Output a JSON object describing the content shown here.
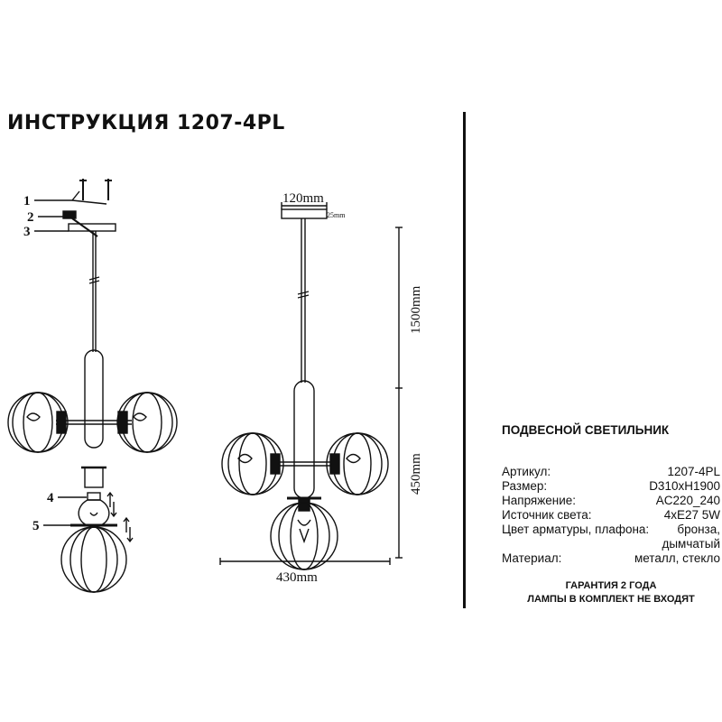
{
  "title": "ИНСТРУКЦИЯ 1207-4PL",
  "callouts": [
    "1",
    "2",
    "3",
    "4",
    "5"
  ],
  "dimensions": {
    "canopy_width": "120mm",
    "canopy_height": "25mm",
    "cord_length": "1500mm",
    "body_height": "450mm",
    "width": "430mm"
  },
  "spec": {
    "heading": "ПОДВЕСНОЙ СВЕТИЛЬНИК",
    "rows": [
      {
        "label": "Артикул:",
        "value": "1207-4PL"
      },
      {
        "label": "Размер:",
        "value": "D310xH1900"
      },
      {
        "label": "Напряжение:",
        "value": "AC220_240"
      },
      {
        "label": "Источник света:",
        "value": "4xE27 5W"
      },
      {
        "label": "Цвет арматуры, плафона:",
        "value": "бронза,"
      },
      {
        "label": "",
        "value": "дымчатый"
      },
      {
        "label": "Материал:",
        "value": "металл, стекло"
      }
    ],
    "footer": [
      "ГАРАНТИЯ 2 ГОДА",
      "ЛАМПЫ В КОМПЛЕКТ НЕ ВХОДЯТ"
    ]
  }
}
